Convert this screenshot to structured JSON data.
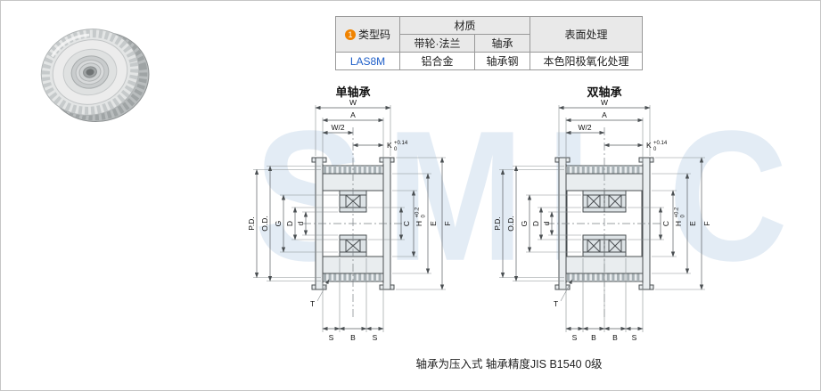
{
  "header_table": {
    "type_code": {
      "badge": "1",
      "label": "类型码"
    },
    "material_header": "材质",
    "sub_headers": {
      "pulley_flange": "带轮·法兰",
      "bearing": "轴承"
    },
    "surface_header": "表面处理",
    "row": {
      "code": "LAS8M",
      "pulley_flange_material": "铝合金",
      "bearing_material": "轴承钢",
      "surface_treatment": "本色阳极氧化处理"
    },
    "accent_colors": {
      "badge_orange": "#f08300",
      "code_blue": "#1e5ec8"
    }
  },
  "drawings": {
    "single": {
      "title": "单轴承",
      "bottom_labels": [
        "S",
        "B",
        "S"
      ]
    },
    "double": {
      "title": "双轴承",
      "bottom_labels": [
        "S",
        "B",
        "B",
        "S"
      ]
    },
    "dimension_labels": {
      "W": "W",
      "A": "A",
      "W_half": "W/2",
      "K": "K",
      "K_tol_upper": "+0.14",
      "K_tol_lower": "0",
      "PD": "P.D.",
      "OD": "O.D.",
      "G": "G",
      "D": "D",
      "d": "d",
      "C": "C",
      "H": "H",
      "H_tol_upper": "+0.2",
      "H_tol_lower": "0",
      "E": "E",
      "F": "F",
      "T": "T"
    }
  },
  "footer_note": "轴承为压入式 轴承精度JIS B1540 0级",
  "watermark": "SMLC"
}
